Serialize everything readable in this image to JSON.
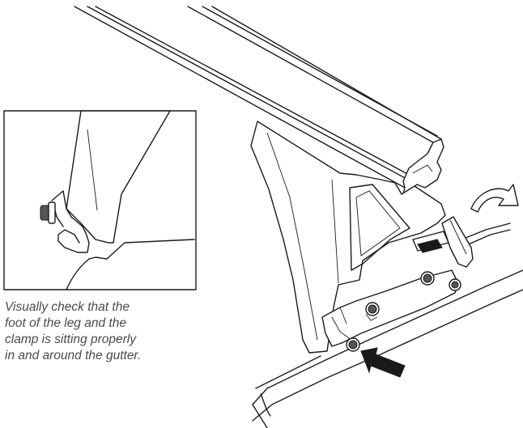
{
  "caption": {
    "lines": [
      "Visually check that the",
      "foot of the leg and the",
      "clamp is sitting properly",
      "in and around the gutter."
    ]
  },
  "colors": {
    "line": "#1a1a1a",
    "caption_text": "#4a4a4a",
    "background": "#ffffff"
  },
  "icons": {
    "rotate_arrow": "curved-arrow-icon",
    "push_arrow": "push-arrow-icon"
  }
}
